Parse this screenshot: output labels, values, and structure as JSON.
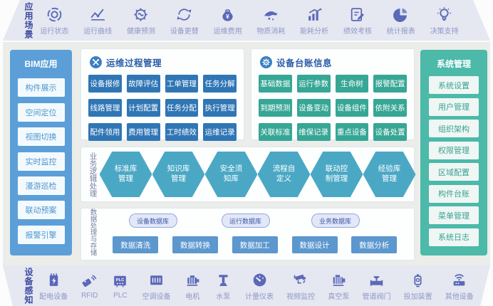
{
  "top_band": {
    "label": "应用场景",
    "items": [
      {
        "icon": "run-status",
        "label": "运行状态"
      },
      {
        "icon": "run-curve",
        "label": "运行曲线"
      },
      {
        "icon": "health-predict",
        "label": "健康预测"
      },
      {
        "icon": "device-replace",
        "label": "设备更替"
      },
      {
        "icon": "ops-cost",
        "label": "运维费用"
      },
      {
        "icon": "material-consume",
        "label": "物质消耗"
      },
      {
        "icon": "energy-analysis",
        "label": "能耗分析"
      },
      {
        "icon": "performance-review",
        "label": "绩效考核"
      },
      {
        "icon": "stats-report",
        "label": "统计报表"
      },
      {
        "icon": "decision-support",
        "label": "决策支持"
      }
    ]
  },
  "bim_panel": {
    "title": "BIM应用",
    "items": [
      "构件展示",
      "空间定位",
      "视图切换",
      "实时监控",
      "漫游巡检",
      "联动预案",
      "报警引擎"
    ]
  },
  "ops_panel": {
    "title": "运维过程管理",
    "items": [
      "设备报修",
      "故障评估",
      "工单管理",
      "任务分解",
      "线路管理",
      "计划配置",
      "任务分配",
      "执行管理",
      "配件领用",
      "费用管理",
      "工时绩效",
      "运维记录"
    ]
  },
  "ledger_panel": {
    "title": "设备台账信息",
    "items": [
      "基础数据",
      "运行参数",
      "生命树",
      "报警配置",
      "到期预测",
      "设备变动",
      "设备组件",
      "依附关系",
      "关联标准",
      "维保记录",
      "重点设备",
      "设备处置"
    ]
  },
  "logic_panel": {
    "label": "业务逻辑处理",
    "hexagons": [
      "标准库管理",
      "知识库管理",
      "安全须知库",
      "流程自定义",
      "联动控制管理",
      "经验库管理"
    ]
  },
  "data_panel": {
    "label": "数据处理与存储",
    "databases": [
      "设备数据库",
      "运行数据库",
      "业务数据库"
    ],
    "processes": [
      "数据清洗",
      "数据转换",
      "数据加工",
      "数据设计",
      "数据分析"
    ]
  },
  "system_panel": {
    "title": "系统管理",
    "items": [
      "系统设置",
      "用户管理",
      "组织架构",
      "权限管理",
      "区域配置",
      "构件台账",
      "菜单管理",
      "系统日志"
    ]
  },
  "bottom_band": {
    "label": "设备感知",
    "items": [
      {
        "icon": "power-distribution",
        "label": "配电设备"
      },
      {
        "icon": "rfid",
        "label": "RFID"
      },
      {
        "icon": "plc",
        "label": "PLC"
      },
      {
        "icon": "ac-unit",
        "label": "空调设备"
      },
      {
        "icon": "motor",
        "label": "电机"
      },
      {
        "icon": "water-pump",
        "label": "水泵"
      },
      {
        "icon": "meter",
        "label": "计量仪表"
      },
      {
        "icon": "cctv",
        "label": "视频监控"
      },
      {
        "icon": "vacuum-pump",
        "label": "真空泵"
      },
      {
        "icon": "pipe-valve",
        "label": "管道阀门"
      },
      {
        "icon": "dosing-device",
        "label": "投加装置"
      },
      {
        "icon": "other-device",
        "label": "其他设备"
      }
    ]
  },
  "colors": {
    "band_bg": "#E5E7F1",
    "icon_indigo": "#5B68B8",
    "band_label": "#9098C6",
    "bim_blue": "#5C9FD8",
    "ops_button_blue": "#3076B5",
    "ledger_button_teal": "#36A695",
    "system_teal": "#4CB9A9",
    "hexagon_blue": "#4BA8C5",
    "process_blue": "#5C97CE",
    "panel_title_blue": "#2B5CA8",
    "main_bg": "#EAEDE9"
  }
}
